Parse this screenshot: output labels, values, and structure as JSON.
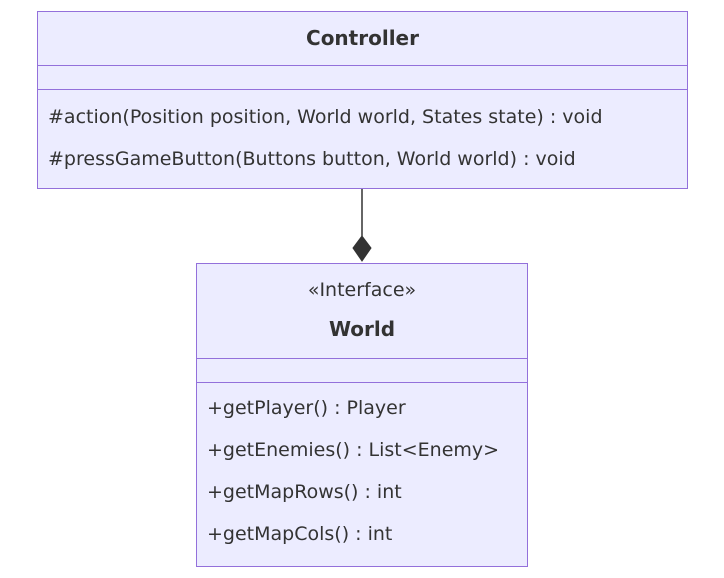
{
  "classes": {
    "controller": {
      "name": "Controller",
      "attributes": [],
      "methods": [
        "#action(Position position, World world, States state) : void",
        "#pressGameButton(Buttons button, World world) : void"
      ]
    },
    "world": {
      "stereotype": "«Interface»",
      "name": "World",
      "attributes": [],
      "methods": [
        "+getPlayer() : Player",
        "+getEnemies() : List<Enemy>",
        "+getMapRows() : int",
        "+getMapCols() : int"
      ]
    }
  },
  "relations": [
    {
      "from": "World",
      "to": "Controller",
      "type": "composition"
    }
  ],
  "colors": {
    "class_fill": "#ECECFF",
    "class_border": "#9370DB",
    "text": "#333333",
    "line": "#333333"
  }
}
